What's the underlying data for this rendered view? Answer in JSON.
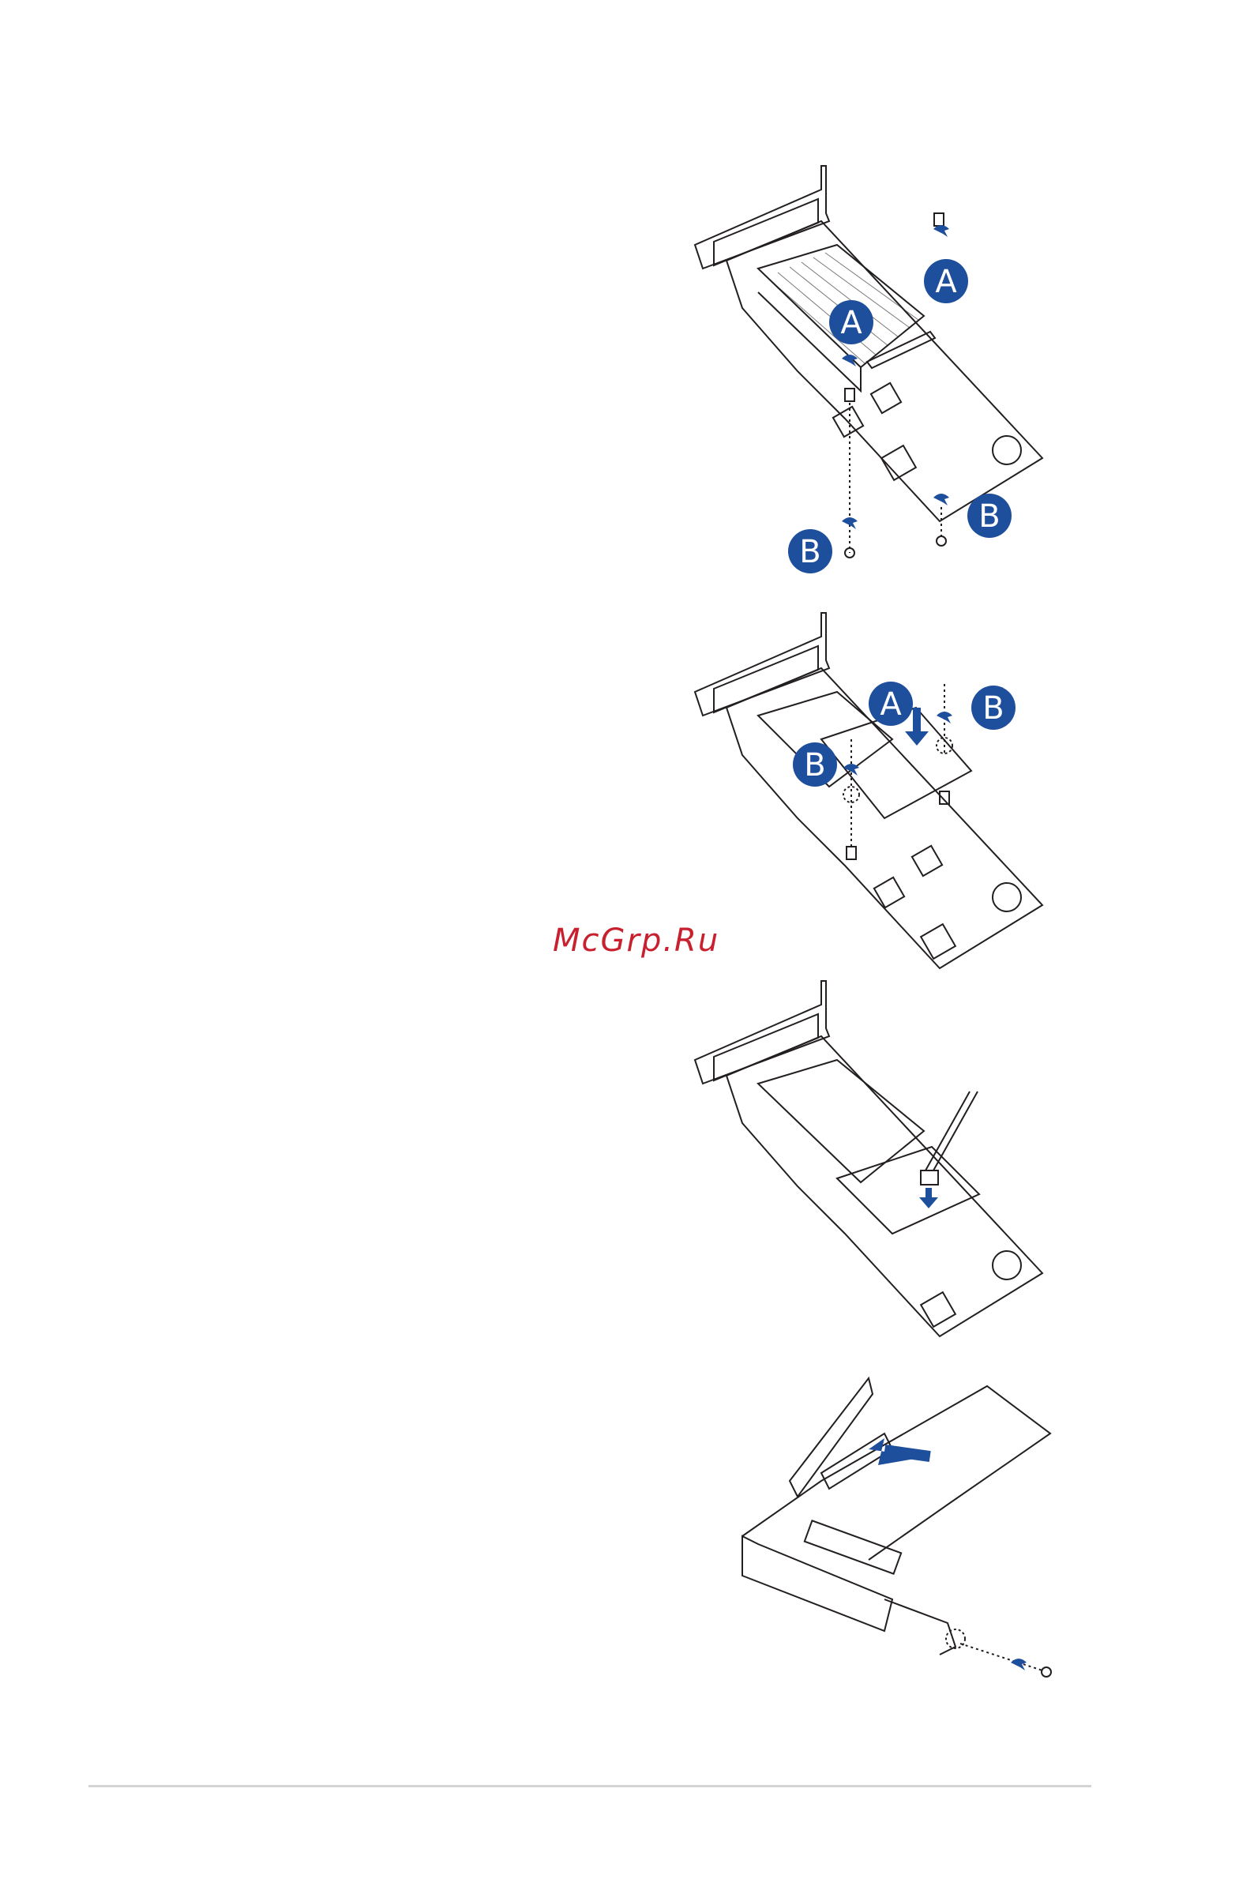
{
  "colors": {
    "badge_fill": "#1e4f9c",
    "badge_text": "#ffffff",
    "line": "#231f20",
    "arrow": "#1e4f9c",
    "watermark": "#c8202e",
    "rule": "#d4d4d4"
  },
  "watermark": {
    "text": "McGrp.Ru"
  },
  "figures": [
    {
      "step": "remove-retention",
      "labels": {
        "a1": "A",
        "a2": "A",
        "b1": "B",
        "b2": "B"
      }
    },
    {
      "step": "install-module",
      "labels": {
        "a1": "A",
        "b1": "B",
        "b2": "B"
      }
    },
    {
      "step": "connect-cable",
      "labels": {}
    },
    {
      "step": "insert-into-bracket",
      "labels": {}
    }
  ],
  "icons": [
    "screw-icon",
    "rotate-arrow-icon",
    "insert-arrow-icon",
    "screwdriver-icon"
  ]
}
